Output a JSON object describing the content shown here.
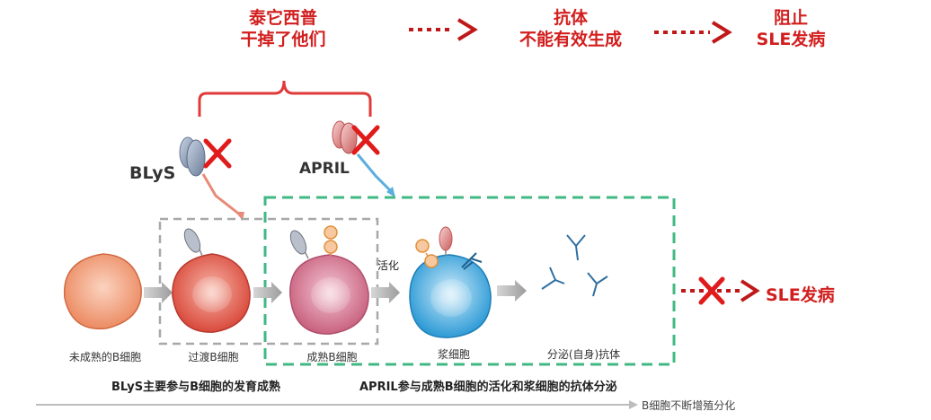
{
  "top": {
    "title1_line1": "泰它西普",
    "title1_line2": "干掉了他们",
    "title2_line1": "抗体",
    "title2_line2": "不能有效生成",
    "title3_line1": "阻止",
    "title3_line2": "SLE发病"
  },
  "molecules": {
    "blys": "BLyS",
    "april": "APRIL"
  },
  "cells": [
    {
      "label": "未成熟的B细胞",
      "fill": "#f0a47e"
    },
    {
      "label": "过渡B细胞",
      "fill": "#e3705e"
    },
    {
      "label": "成熟B细胞",
      "fill": "#d9869f"
    },
    {
      "label": "浆细胞",
      "fill": "#5fb6e4"
    },
    {
      "label": "分泌(自身)抗体"
    }
  ],
  "activation_label": "活化",
  "sle_label": "SLE发病",
  "captions": {
    "blys_caption": "BLyS主要参与B细胞的发育成熟",
    "april_caption": "APRIL参与成熟B细胞的活化和浆细胞的抗体分泌"
  },
  "bottom_axis_label": "B细胞不断增殖分化",
  "colors": {
    "accent_red": "#d21e1e",
    "green_dashed_box": "#41b883",
    "gray_dashed_box": "#a8a8a8",
    "blys_arrow": "#e88a78",
    "april_arrow": "#5aaede"
  }
}
